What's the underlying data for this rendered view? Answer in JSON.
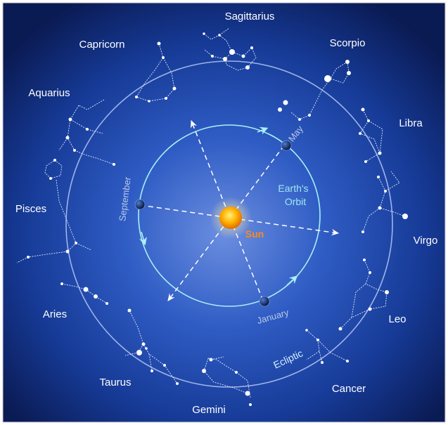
{
  "colors": {
    "space_dark": "#0a1a52",
    "space_mid": "#1b3fa0",
    "glow_center": "#6b8ee0",
    "sun": "#ffb000",
    "sun_label": "#ff8a1c",
    "orbit": "#a9f0f5",
    "ecliptic": "#9fb3e8",
    "constellation_lines": "#dfe8ff"
  },
  "constellations": {
    "sagittarius": "Sagittarius",
    "capricorn": "Capricorn",
    "scorpio": "Scorpio",
    "aquarius": "Aquarius",
    "libra": "Libra",
    "pisces": "Pisces",
    "virgo": "Virgo",
    "aries": "Aries",
    "leo": "Leo",
    "taurus": "Taurus",
    "cancer": "Cancer",
    "gemini": "Gemini"
  },
  "months": {
    "may": "May",
    "september": "September",
    "january": "January"
  },
  "labels": {
    "orbit_line1": "Earth's",
    "orbit_line2": "Orbit",
    "sun": "Sun",
    "ecliptic": "Ecliptic"
  }
}
